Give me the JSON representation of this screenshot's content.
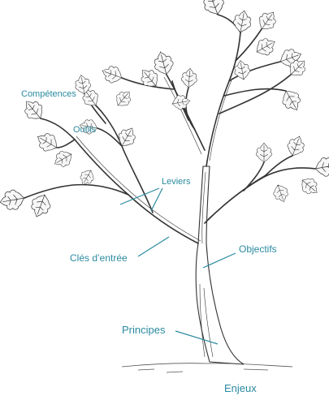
{
  "labels": {
    "competences": "Compétences",
    "outils": "Outils",
    "leviers": "Leviers",
    "cles_entree": "Clés d’entrée",
    "objectifs": "Objectifs",
    "principes": "Principes",
    "enjeux": "Enjeux"
  },
  "colors": {
    "label": "#2a8aa0",
    "ink": "#333333",
    "leaf_fill": "#f7f7f7"
  }
}
